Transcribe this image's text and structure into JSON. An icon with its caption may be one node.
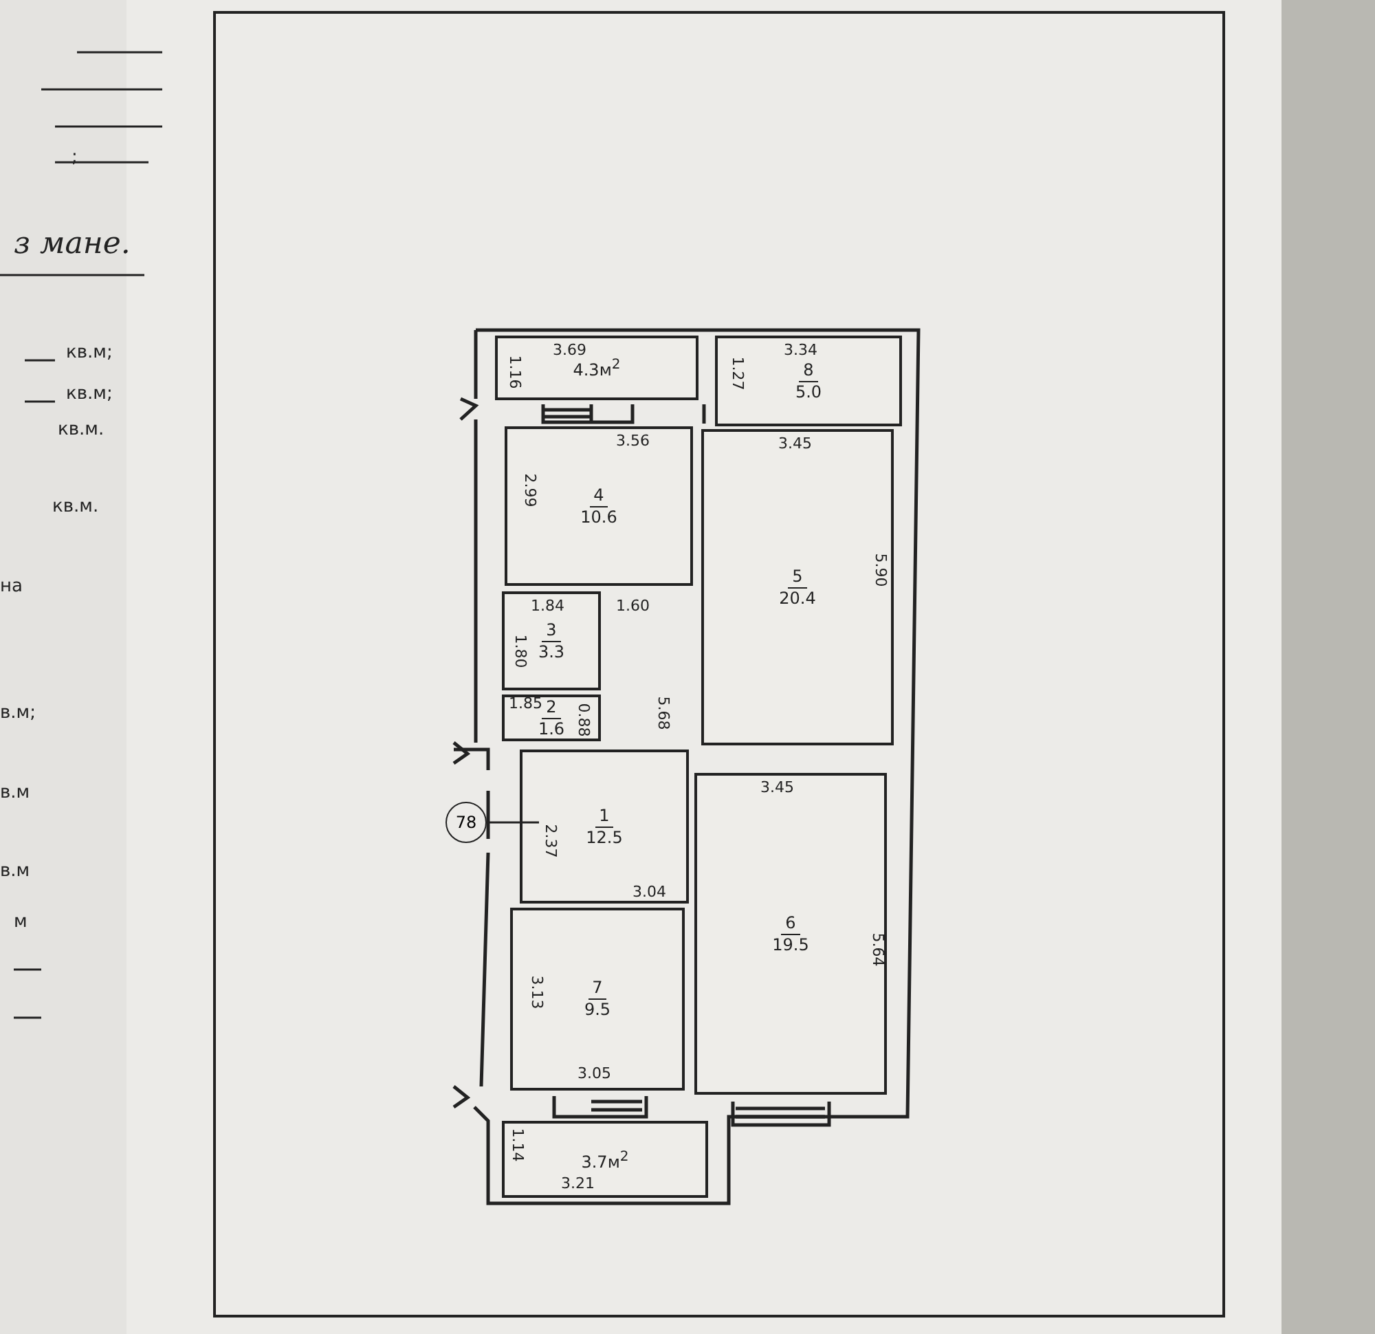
{
  "diagram": {
    "nodes": [
      {
        "text": [
          "4.3м$^{2}$"
        ]
      },
      {
        "text": [
          "8",
          "5.0"
        ]
      },
      {
        "text": [
          "4",
          "10.6"
        ]
      },
      {
        "text": [
          "5",
          "20.4"
        ]
      },
      {
        "text": [
          "3",
          "3.3"
        ]
      },
      {
        "text": [
          "2",
          "1.6"
        ]
      },
      {
        "text": [
          "1",
          "12.5"
        ]
      },
      {
        "text": [
          "78"
        ]
      },
      {
        "text": [
          "7",
          "9.5"
        ]
      },
      {
        "text": [
          "6",
          "19.5"
        ]
      },
      {
        "text": [
          "3.7м$^{2}$"
        ]
      }
    ],
    "edges": [
      {
        "from": 7,
        "to": 6,
        "arrow": "none"
      }
    ],
    "labels": [
      ";",
      "з мане.",
      "кв.м;",
      "кв.м;",
      "кв.м.",
      "кв.м.",
      "на",
      "в.м;",
      "в.м",
      "в.м",
      "м",
      "3.69",
      "1.16",
      "3.34",
      "1.27",
      "3.56",
      "3.45",
      "2.99",
      "5.90",
      "1.84",
      "1.60",
      "1.80",
      "1.85",
      "0.88",
      "5.68",
      "3.45",
      "2.37",
      "3.04",
      "3.13",
      "5.64",
      "3.05",
      "1.14",
      "3.21"
    ]
  }
}
